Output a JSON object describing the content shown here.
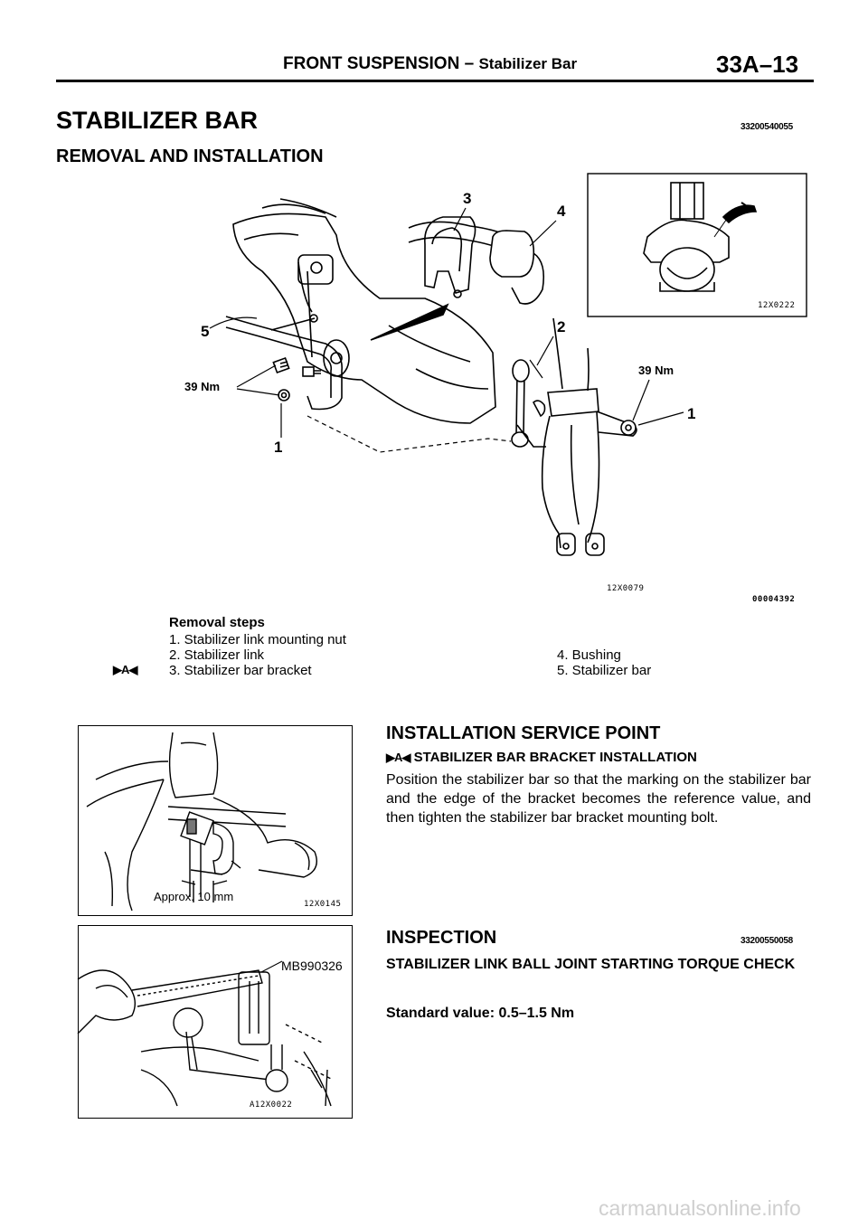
{
  "header": {
    "section": "FRONT SUSPENSION",
    "dash": "–",
    "subsection": "Stabilizer Bar",
    "page_number": "33A–13"
  },
  "title": {
    "main": "STABILIZER BAR",
    "code": "33200540055",
    "sub": "REMOVAL AND INSTALLATION"
  },
  "main_figure": {
    "callouts": {
      "c1_left": "1",
      "c1_right": "1",
      "c2": "2",
      "c3": "3",
      "c4": "4",
      "c5": "5",
      "torque_left": "39 Nm",
      "torque_right": "39 Nm"
    },
    "inset_code": "12X0222",
    "fig_code": "12X0079",
    "doc_code": "00004392"
  },
  "removal": {
    "heading": "Removal steps",
    "marker": "▶A◀",
    "steps_left": [
      "1. Stabilizer link mounting nut",
      "2. Stabilizer link",
      "3. Stabilizer bar bracket"
    ],
    "steps_right": [
      "4. Bushing",
      "5. Stabilizer bar"
    ]
  },
  "figure_a": {
    "label": "Approx. 10 mm",
    "code": "12X0145"
  },
  "figure_b": {
    "tool": "MB990326",
    "code": "A12X0022"
  },
  "installation": {
    "heading": "INSTALLATION SERVICE POINT",
    "marker": "▶A◀",
    "subheading": "STABILIZER BAR BRACKET INSTALLATION",
    "body": "Position the stabilizer bar so that the marking on the stabilizer bar and the edge of the bracket becomes the reference value, and then tighten the stabilizer bar bracket mounting bolt."
  },
  "inspection": {
    "heading": "INSPECTION",
    "code": "33200550058",
    "subheading": "STABILIZER LINK BALL JOINT STARTING TORQUE CHECK",
    "standard": "Standard value: 0.5–1.5 Nm"
  },
  "footer": {
    "watermark": "carmanualsonline.info"
  }
}
